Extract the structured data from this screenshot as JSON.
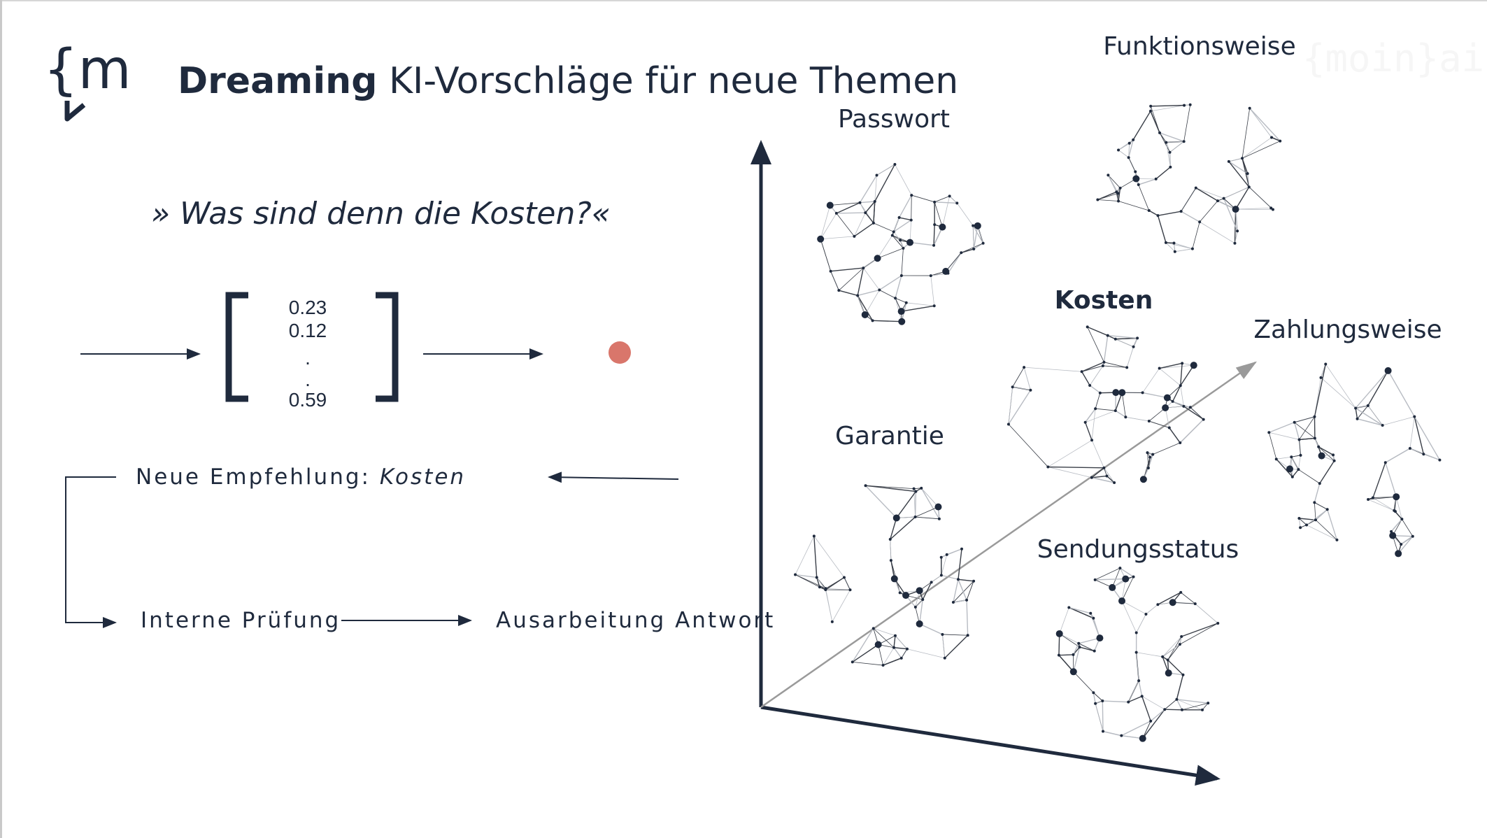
{
  "logo": {
    "text": "{m}",
    "icon": "speech-bubble-brace-logo"
  },
  "watermark": "{moin}ai",
  "title": {
    "bold": "Dreaming",
    "rest": " KI-Vorschläge für neue Themen"
  },
  "question": "» Was sind denn die Kosten?«",
  "vector": {
    "values": [
      "0.23",
      "0.12",
      ".",
      ".",
      "0.59"
    ]
  },
  "flow": {
    "recommendation_label": "Neue Empfehlung: ",
    "recommendation_value": "Kosten",
    "internal_review": "Interne Prüfung",
    "answer_drafting": "Ausarbeitung Antwort"
  },
  "clusters": [
    {
      "id": "funktionsweise",
      "label": "Funktionsweise",
      "bold": false
    },
    {
      "id": "passwort",
      "label": "Passwort",
      "bold": false
    },
    {
      "id": "kosten",
      "label": "Kosten",
      "bold": true
    },
    {
      "id": "zahlungsweise",
      "label": "Zahlungsweise",
      "bold": false
    },
    {
      "id": "garantie",
      "label": "Garantie",
      "bold": false
    },
    {
      "id": "sendungsstatus",
      "label": "Sendungsstatus",
      "bold": false
    }
  ],
  "colors": {
    "ink": "#1f2a3d",
    "accent_dot": "#d9766b",
    "network": "#8a8f98",
    "vector_arrow": "#9a9a9a"
  }
}
